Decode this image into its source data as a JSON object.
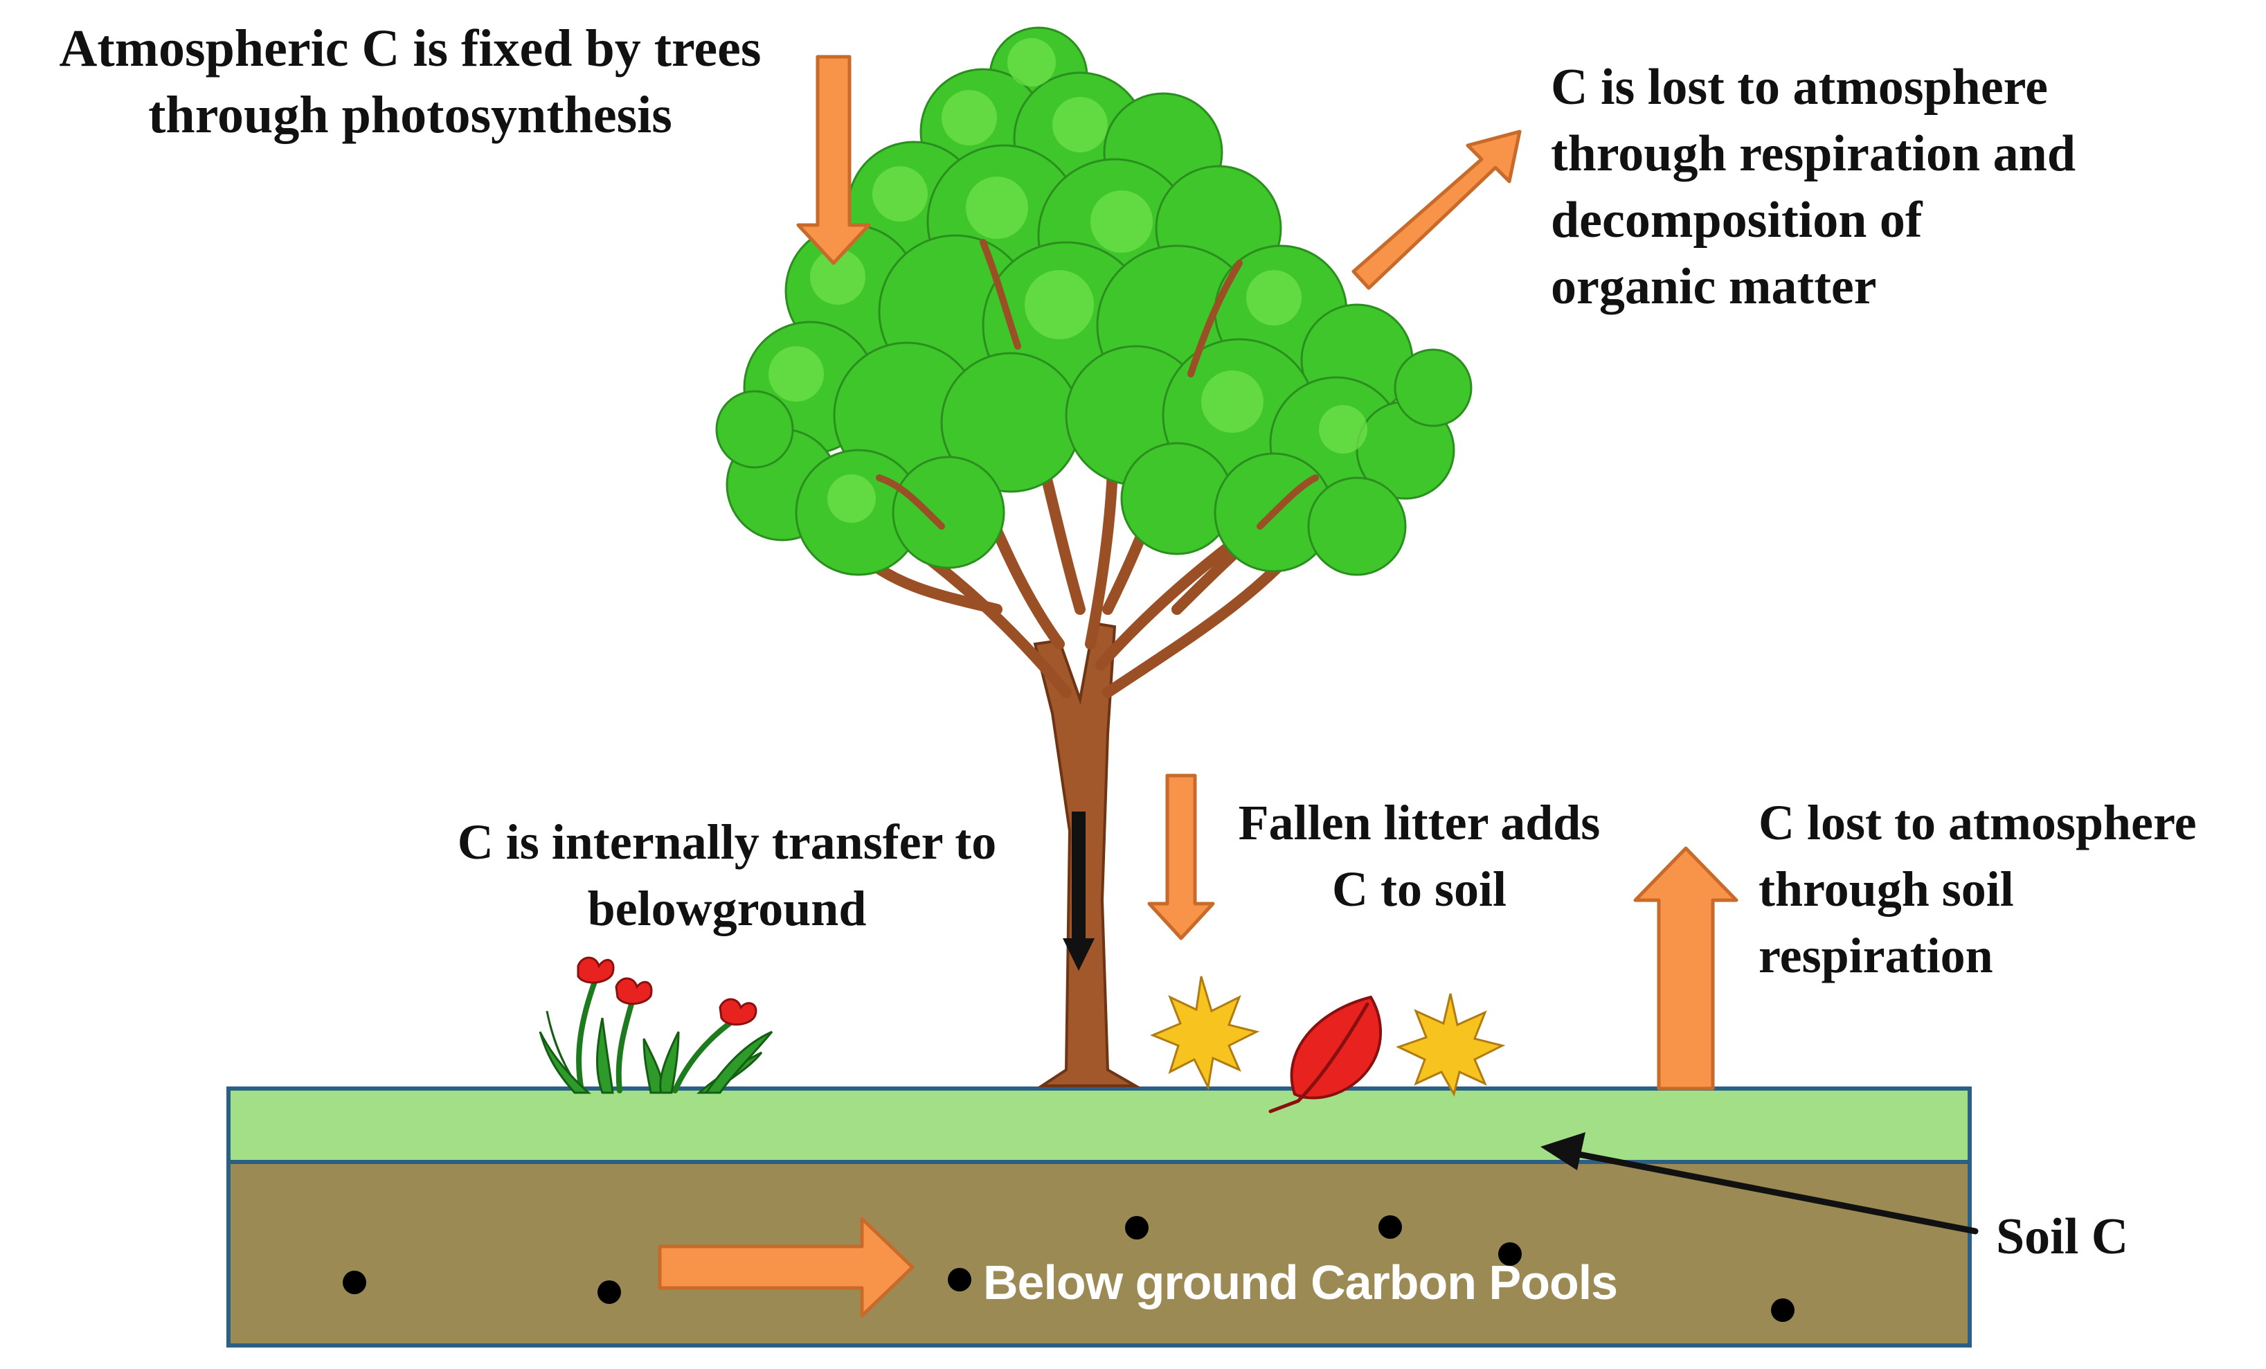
{
  "labels": {
    "photosynthesis": "Atmospheric C is fixed by trees\nthrough photosynthesis",
    "respiration_decomposition": "C is lost to atmosphere\nthrough respiration and\ndecomposition of\norganic matter",
    "internal_transfer": "C is internally transfer to\nbelowground",
    "fallen_litter": "Fallen litter adds\nC to soil",
    "soil_respiration": "C lost to atmosphere\nthrough soil\nrespiration",
    "soil_c": "Soil C",
    "below_ground_pools": "Below ground Carbon Pools"
  },
  "colors": {
    "arrow_fill": "#f7944a",
    "arrow_stroke": "#c76a2a",
    "soil_top": "#a3df86",
    "soil_body": "#9c8a55",
    "soil_border": "#2a5f86",
    "canopy": "#3fc62a",
    "trunk": "#a2582a",
    "text": "#111111"
  },
  "icons": [
    "tree-icon",
    "flowers-icon",
    "maple-leaf-icon",
    "red-leaf-icon"
  ]
}
